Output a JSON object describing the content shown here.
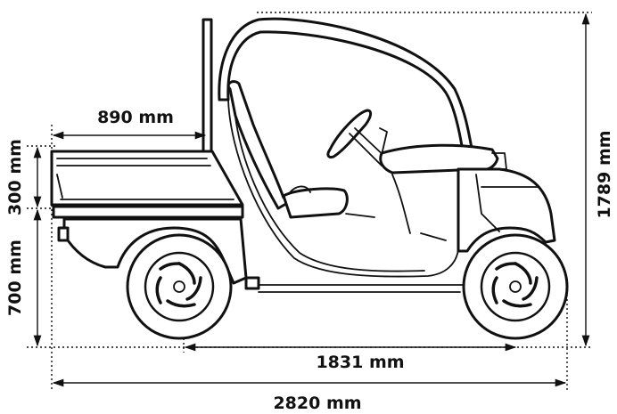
{
  "dimensions": {
    "bed_length": "890 mm",
    "bed_height": "300 mm",
    "floor_height": "700 mm",
    "total_height": "1789 mm",
    "wheelbase": "1831 mm",
    "total_length": "2820 mm"
  },
  "colors": {
    "line": "#111111",
    "background": "#ffffff"
  }
}
